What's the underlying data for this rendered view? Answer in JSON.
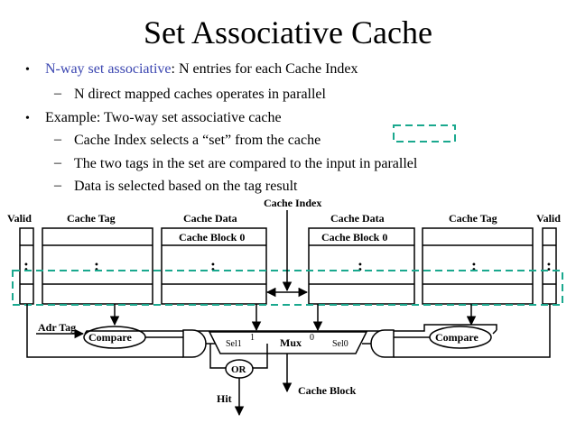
{
  "title": "Set Associative Cache",
  "bullets": [
    {
      "level": 1,
      "highlight": "N-way set associative",
      "text": ": N entries for each Cache Index"
    },
    {
      "level": 2,
      "text": "N direct mapped caches operates in parallel"
    },
    {
      "level": 1,
      "text": "Example: Two-way set associative cache"
    },
    {
      "level": 2,
      "text": "Cache Index selects a “set” from the cache"
    },
    {
      "level": 2,
      "text": "The two tags in the set are compared to the input in parallel"
    },
    {
      "level": 2,
      "text": "Data is selected based on the tag result"
    }
  ],
  "bullet_symbols": {
    "l1": "•",
    "l2": "–"
  },
  "diagram": {
    "cache_index": "Cache Index",
    "valid_left": "Valid",
    "cache_tag_left": "Cache Tag",
    "cache_data_left": "Cache Data",
    "cache_block_left": "Cache Block 0",
    "cache_data_right": "Cache Data",
    "cache_block_right": "Cache Block 0",
    "cache_tag_right": "Cache Tag",
    "valid_right": "Valid",
    "dots": ":",
    "adr_tag": "Adr Tag",
    "compare_left": "Compare",
    "compare_right": "Compare",
    "sel1": "Sel1",
    "one": "1",
    "mux": "Mux",
    "zero": "0",
    "sel0": "Sel0",
    "or": "OR",
    "hit": "Hit",
    "cache_block_out": "Cache Block"
  },
  "colors": {
    "highlight": "#3a45b0",
    "dashed_box": "#1aa88e"
  }
}
